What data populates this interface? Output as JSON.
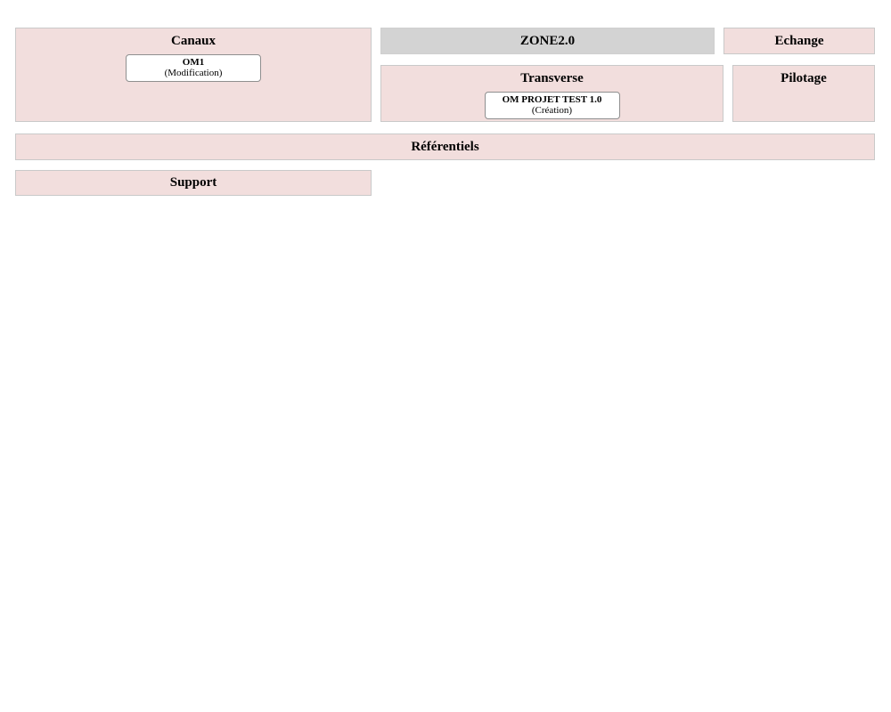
{
  "colors": {
    "zone_pink": "#f2dedd",
    "zone_gray": "#d3d3d3",
    "zone_border": "#c9c9c9",
    "card_bg": "#ffffff",
    "card_border": "#8f8f8f",
    "text": "#000000",
    "page_bg": "#ffffff"
  },
  "zones": {
    "canaux": {
      "label": "Canaux",
      "card": {
        "name": "OM1",
        "status": "(Modification)"
      }
    },
    "zone2": {
      "label": "ZONE2.0"
    },
    "echange": {
      "label": "Echange"
    },
    "transverse": {
      "label": "Transverse",
      "card": {
        "name": "OM PROJET TEST 1.0",
        "status": "(Création)"
      }
    },
    "pilotage": {
      "label": "Pilotage"
    },
    "referentiels": {
      "label": "Référentiels"
    },
    "support": {
      "label": "Support"
    }
  }
}
